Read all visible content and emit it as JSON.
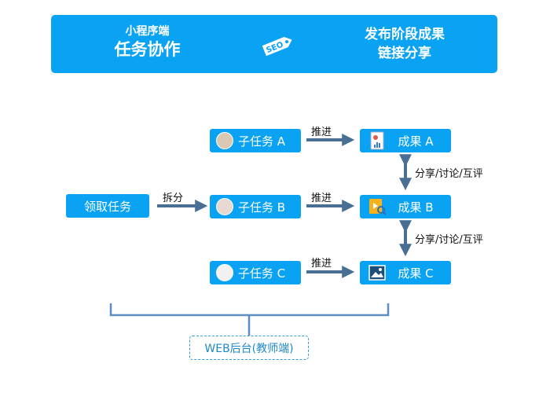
{
  "banner": {
    "left_small": "小程序端",
    "left_big": "任务协作",
    "tag_text": "SEO",
    "right_line1": "发布阶段成果",
    "right_line2": "链接分享"
  },
  "receive_task": "领取任务",
  "split_label": "拆分",
  "subtasks": [
    "子任务 A",
    "子任务 B",
    "子任务 C"
  ],
  "push_labels": [
    "推进",
    "推进",
    "推进"
  ],
  "results": [
    "成果 A",
    "成果 B",
    "成果 C"
  ],
  "share_labels": [
    "分享/讨论/互评",
    "分享/讨论/互评"
  ],
  "web_backend": "WEB后台(教师端)",
  "colors": {
    "accent": "#0aa3f4",
    "arrow": "#4a6f95"
  }
}
